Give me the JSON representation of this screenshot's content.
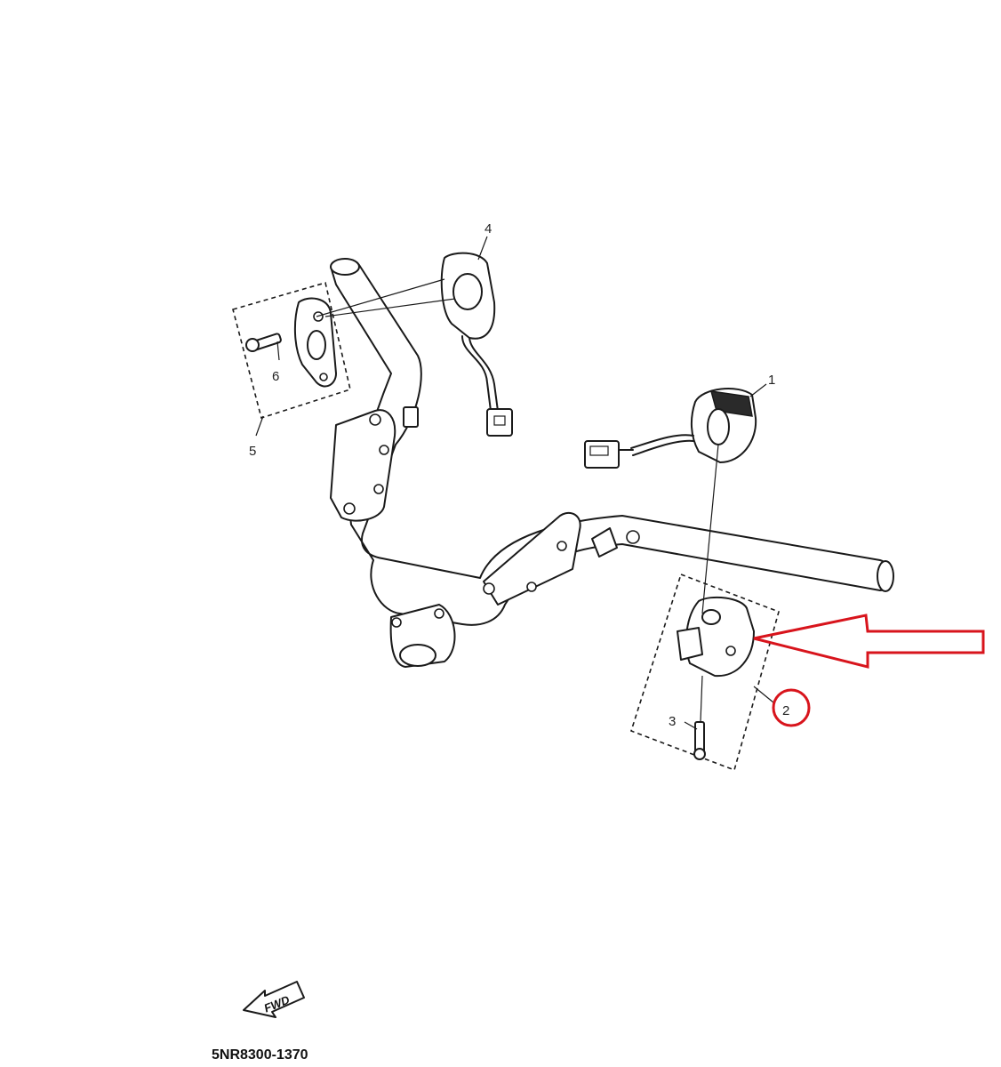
{
  "callouts": {
    "c1": "1",
    "c2": "2",
    "c3": "3",
    "c4": "4",
    "c5": "5",
    "c6": "6"
  },
  "fwd_label": "FWD",
  "part_number": "5NR8300-1370",
  "colors": {
    "line": "#1a1a1a",
    "highlight": "#d8141c",
    "background": "#ffffff"
  }
}
